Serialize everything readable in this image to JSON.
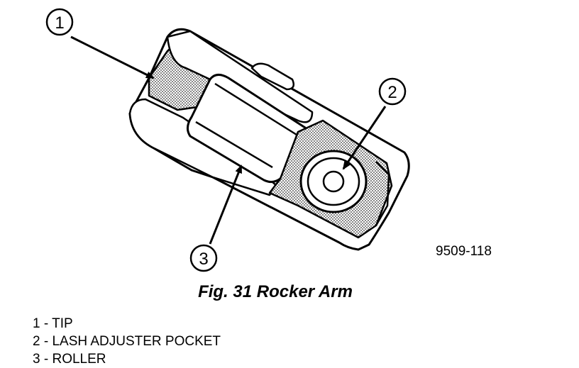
{
  "figure": {
    "code": "9509-118",
    "caption": "Fig. 31 Rocker Arm"
  },
  "callouts": [
    {
      "number": "1"
    },
    {
      "number": "2"
    },
    {
      "number": "3"
    }
  ],
  "legend": [
    {
      "number": "1",
      "label": "TIP"
    },
    {
      "number": "2",
      "label": "LASH ADJUSTER POCKET"
    },
    {
      "number": "3",
      "label": "ROLLER"
    }
  ],
  "colors": {
    "ink": "#000000",
    "background": "#ffffff",
    "hatch": "#555555"
  },
  "icons": [
    "rocker-arm-drawing",
    "callout-arrow"
  ]
}
